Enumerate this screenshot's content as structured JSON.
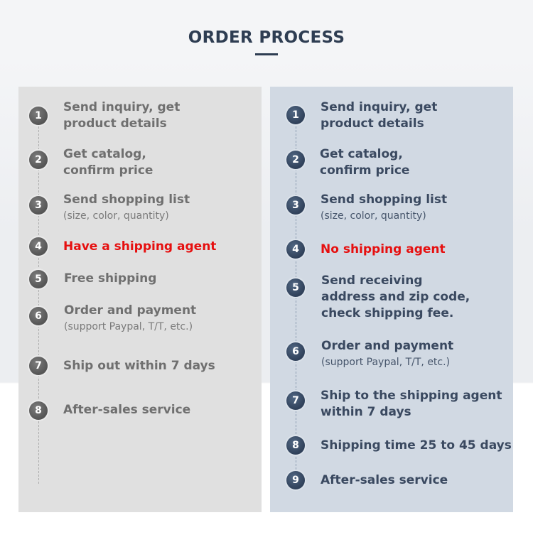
{
  "title": "ORDER PROCESS",
  "colors": {
    "title": "#2e3d52",
    "left_panel_bg": "#e0e0e0",
    "right_panel_bg": "#d1d9e3",
    "highlight_red": "#e60f0f",
    "left_badge": "#5c5c5c",
    "right_badge": "#34465f"
  },
  "left": {
    "steps": [
      {
        "num": "1",
        "text": "Send inquiry, get\nproduct details"
      },
      {
        "num": "2",
        "text": "Get catalog,\nconfirm price"
      },
      {
        "num": "3",
        "text": "Send shopping list",
        "sub": "(size, color, quantity)"
      },
      {
        "num": "4",
        "text": "Have a shipping agent"
      },
      {
        "num": "5",
        "text": "Free shipping"
      },
      {
        "num": "6",
        "text": "Order and payment",
        "sub": "(support Paypal, T/T, etc.)"
      },
      {
        "num": "7",
        "text": "Ship out within 7 days"
      },
      {
        "num": "8",
        "text": "After-sales service"
      }
    ]
  },
  "right": {
    "steps": [
      {
        "num": "1",
        "text": "Send inquiry, get\nproduct details"
      },
      {
        "num": "2",
        "text": "Get catalog,\nconfirm price"
      },
      {
        "num": "3",
        "text": "Send shopping list",
        "sub": "(size, color, quantity)"
      },
      {
        "num": "4",
        "text": "No shipping agent"
      },
      {
        "num": "5",
        "text": "Send receiving\naddress and zip code,\ncheck shipping fee."
      },
      {
        "num": "6",
        "text": "Order and payment",
        "sub": "(support Paypal, T/T, etc.)"
      },
      {
        "num": "7",
        "text": "Ship to the shipping agent\nwithin 7 days"
      },
      {
        "num": "8",
        "text": "Shipping time 25 to 45 days"
      },
      {
        "num": "9",
        "text": "After-sales service"
      }
    ]
  }
}
